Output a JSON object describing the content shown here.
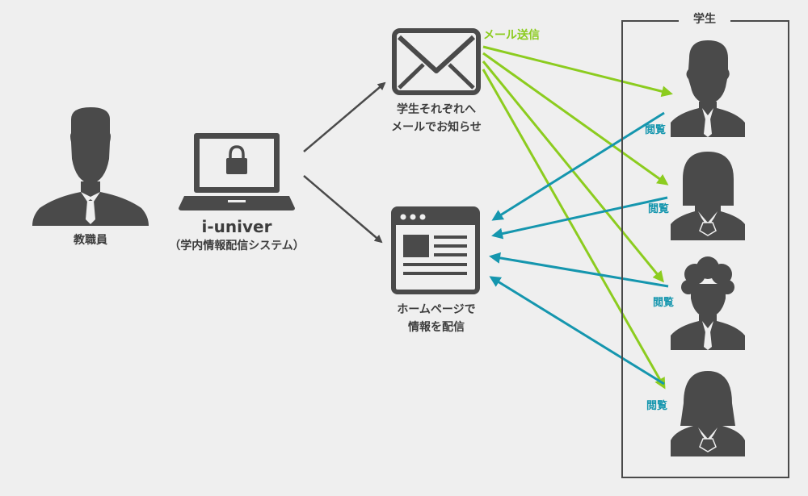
{
  "colors": {
    "background": "#efefef",
    "icon": "#4a4a4a",
    "text": "#3d3d3d",
    "green_arrow": "#8ccc1f",
    "teal_arrow": "#1596ae"
  },
  "staff": {
    "icon": "staff-person-icon",
    "label": "教職員"
  },
  "system": {
    "icon": "laptop-lock-icon",
    "name": "i-univer",
    "subtitle": "（学内情報配信システム）"
  },
  "mail": {
    "icon": "envelope-icon",
    "label_line1": "学生それぞれへ",
    "label_line2": "メールでお知らせ",
    "send_label": "メール送信"
  },
  "homepage": {
    "icon": "webpage-icon",
    "label_line1": "ホームページで",
    "label_line2": "情報を配信"
  },
  "students": {
    "group_label": "学生",
    "view_label": "閲覧",
    "items": [
      {
        "icon": "male-student-icon",
        "view": "閲覧"
      },
      {
        "icon": "female-student-bob-icon",
        "view": "閲覧"
      },
      {
        "icon": "male-student-curly-icon",
        "view": "閲覧"
      },
      {
        "icon": "female-student-long-icon",
        "view": "閲覧"
      }
    ]
  }
}
